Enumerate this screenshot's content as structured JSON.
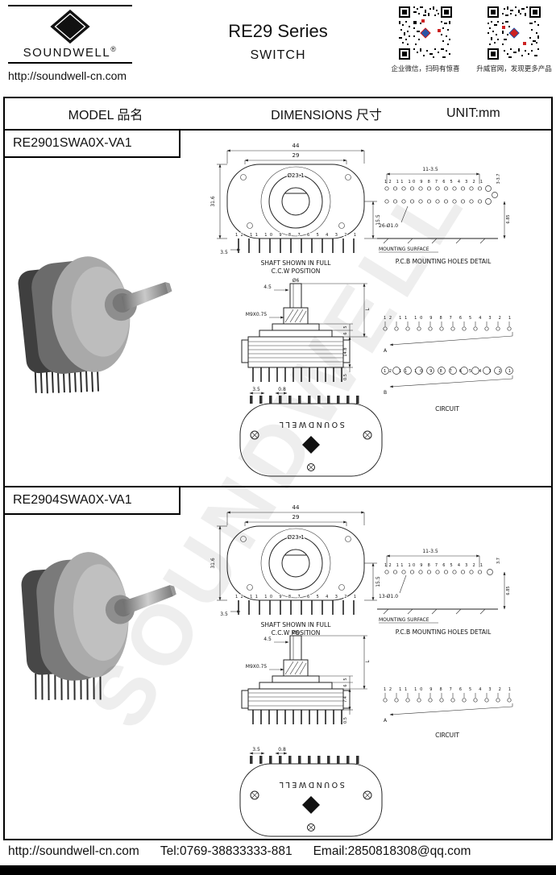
{
  "watermark": "SOUNDWELL",
  "header": {
    "logo_letter": "S",
    "logo_text": "SOUNDWELL",
    "logo_reg": "®",
    "url": "http://soundwell-cn.com",
    "title": "RE29 Series",
    "subtitle": "SWITCH",
    "qr_captions": [
      "企业微信，扫码有惊喜",
      "升威官网，发现更多产品"
    ]
  },
  "table": {
    "col_model": "MODEL 品名",
    "col_dimensions": "DIMENSIONS 尺寸",
    "col_unit": "UNIT:mm"
  },
  "rows": [
    {
      "model": "RE2901SWA0X-VA1",
      "front": {
        "width_outer": "44",
        "width_inner": "29",
        "shaft_circle": "Ø23.1",
        "height_body": "31.6",
        "height_lower": "15.5",
        "pin_dim": "3.5",
        "pin_numbers": "12 11 10 9 8 7 6 5 4 3 2 1",
        "caption_line1": "SHAFT SHOWN IN FULL",
        "caption_line2": "C.C.W POSITION"
      },
      "side": {
        "flat_length": "4.5",
        "shaft_dia": "Ø6",
        "thread": "M9X0.75",
        "dim_step1": "5",
        "dim_step2": "6",
        "dim_body": "14.8",
        "dim_pin": "0.5",
        "dim_shaft": "L"
      },
      "bottom": {
        "dim_pitch": "3.5",
        "dim_pin": "0.8",
        "brand": "SOUNDWELL",
        "logo_letter": "S"
      },
      "pcb": {
        "dim_pitch": "11-3.5",
        "dim_side": "3-3.7",
        "pin_numbers": "12 11 10 9 8 7 6 5 4 3 2 1",
        "dim_holes": "26-Ø1.0",
        "dim_gap": "6.85",
        "surface_label": "MOUNTING SURFACE",
        "title": "P.C.B MOUNTING HOLES DETAIL"
      },
      "circuit": {
        "pin_numbers": "12 11 10 9 8 7 6 5 4 3 2 1",
        "pole_a": "A",
        "pole_b": "B",
        "label": "CIRCUIT"
      }
    },
    {
      "model": "RE2904SWA0X-VA1",
      "front": {
        "width_outer": "44",
        "width_inner": "29",
        "shaft_circle": "Ø23.1",
        "height_body": "31.6",
        "height_lower": "15.5",
        "pin_dim": "3.5",
        "pin_numbers": "12 11 10 9 8 7 6 5 4 3 2 1",
        "caption_line1": "SHAFT SHOWN IN FULL",
        "caption_line2": "C.C.W POSITION"
      },
      "side": {
        "flat_length": "4.5",
        "shaft_dia": "Ø6",
        "thread": "M9X0.75",
        "dim_step1": "5",
        "dim_step2": "6",
        "dim_body": "7.4",
        "dim_pin": "0.5",
        "dim_shaft": "L"
      },
      "bottom": {
        "dim_pitch": "3.5",
        "dim_pin": "0.8",
        "brand": "SOUNDWELL",
        "logo_letter": "S"
      },
      "pcb": {
        "dim_pitch": "11-3.5",
        "dim_side": "3.7",
        "pin_numbers": "12 11 10 9 8 7 6 5 4 3 2 1",
        "dim_holes": "13-Ø1.0",
        "dim_gap": "6.85",
        "surface_label": "MOUNTING SURFACE",
        "title": "P.C.B MOUNTING HOLES DETAIL"
      },
      "circuit": {
        "pin_numbers": "12 11 10 9 8 7 6 5 4 3 2 1",
        "pole_a": "A",
        "label": "CIRCUIT"
      }
    }
  ],
  "footer": {
    "url": "http://soundwell-cn.com",
    "tel": "Tel:0769-38833333-881",
    "email": "Email:2850818308@qq.com"
  }
}
